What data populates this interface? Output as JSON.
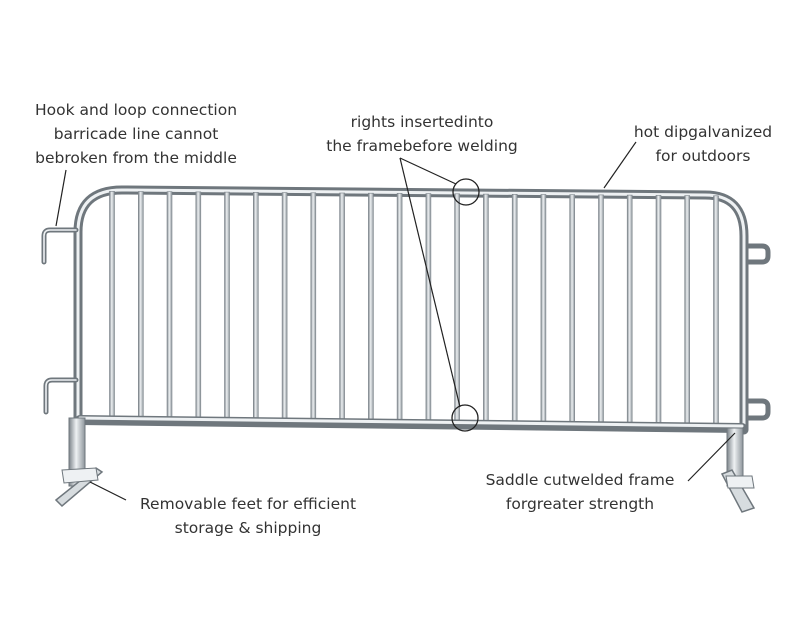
{
  "annotations": {
    "hook": {
      "line1": "Hook and loop connection",
      "line2": "barricade line cannot",
      "line3": "bebroken from the middle"
    },
    "rights": {
      "line1": "rights insertedinto",
      "line2": "the framebefore welding"
    },
    "galvanized": {
      "line1": "hot dipgalvanized",
      "line2": "for outdoors"
    },
    "saddle": {
      "line1": "Saddle cutwelded frame",
      "line2": "forgreater strength"
    },
    "feet": {
      "line1": "Removable feet for efficient",
      "line2": "storage & shipping"
    }
  },
  "colors": {
    "text": "#333333",
    "steel": "#b9bfc4",
    "steel_dark": "#6f777d",
    "steel_light": "#eef1f3",
    "leader": "#222222"
  }
}
